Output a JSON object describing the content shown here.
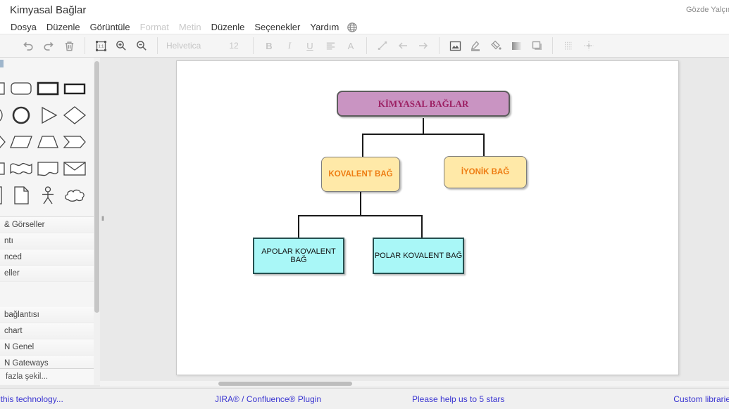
{
  "header": {
    "title": "Kimyasal Bağlar",
    "user": "Gözde Yalçın",
    "menus": [
      {
        "label": "Dosya",
        "enabled": true
      },
      {
        "label": "Düzenle",
        "enabled": true
      },
      {
        "label": "Görüntüle",
        "enabled": true
      },
      {
        "label": "Format",
        "enabled": false
      },
      {
        "label": "Metin",
        "enabled": false
      },
      {
        "label": "Düzenle",
        "enabled": true
      },
      {
        "label": "Seçenekler",
        "enabled": true
      },
      {
        "label": "Yardım",
        "enabled": true
      }
    ]
  },
  "toolbar": {
    "font_name": "Helvetica",
    "font_size": "12",
    "bold_label": "B",
    "italic_label": "I",
    "underline_label": "U",
    "font_color_label": "A",
    "icons": [
      "undo",
      "redo",
      "delete",
      "actual-size",
      "zoom-in",
      "zoom-out",
      "bold",
      "italic",
      "underline",
      "horizontal-align",
      "font-color",
      "line",
      "arrow-left",
      "arrow-right",
      "image",
      "line-color",
      "fill-color",
      "gradient",
      "shadow",
      "grid",
      "guides"
    ]
  },
  "sidebar": {
    "section_labels": [
      "& Görseller",
      "ntı",
      "nced",
      "eller",
      "bağlantısı",
      "chart",
      "N Genel",
      "N Gateways"
    ],
    "more_shapes_label": "fazla şekil...",
    "collapse_handle": "‖"
  },
  "diagram": {
    "nodes": [
      {
        "label": "KİMYASAL BAĞLAR",
        "fill": "#c994c2",
        "text_color": "#9c2063"
      },
      {
        "label": "KOVALENT BAĞ",
        "fill": "#ffe9a8",
        "text_color": "#ee7d13"
      },
      {
        "label": "İYONİK BAĞ",
        "fill": "#ffe9a8",
        "text_color": "#ee7d13"
      },
      {
        "label": "APOLAR KOVALENT BAĞ",
        "fill": "#a9f7f7",
        "text_color": "#111111"
      },
      {
        "label": "POLAR KOVALENT BAĞ",
        "fill": "#a9f7f7",
        "text_color": "#111111"
      }
    ],
    "edges": [
      {
        "from": "KİMYASAL BAĞLAR",
        "to": "KOVALENT BAĞ"
      },
      {
        "from": "KİMYASAL BAĞLAR",
        "to": "İYONİK BAĞ"
      },
      {
        "from": "KOVALENT BAĞ",
        "to": "APOLAR KOVALENT BAĞ"
      },
      {
        "from": "KOVALENT BAĞ",
        "to": "POLAR KOVALENT BAĞ"
      }
    ]
  },
  "footer": {
    "links": [
      "t this technology...",
      "JIRA® / Confluence® Plugin",
      "Please help us to 5 stars",
      "Custom libraries"
    ]
  }
}
